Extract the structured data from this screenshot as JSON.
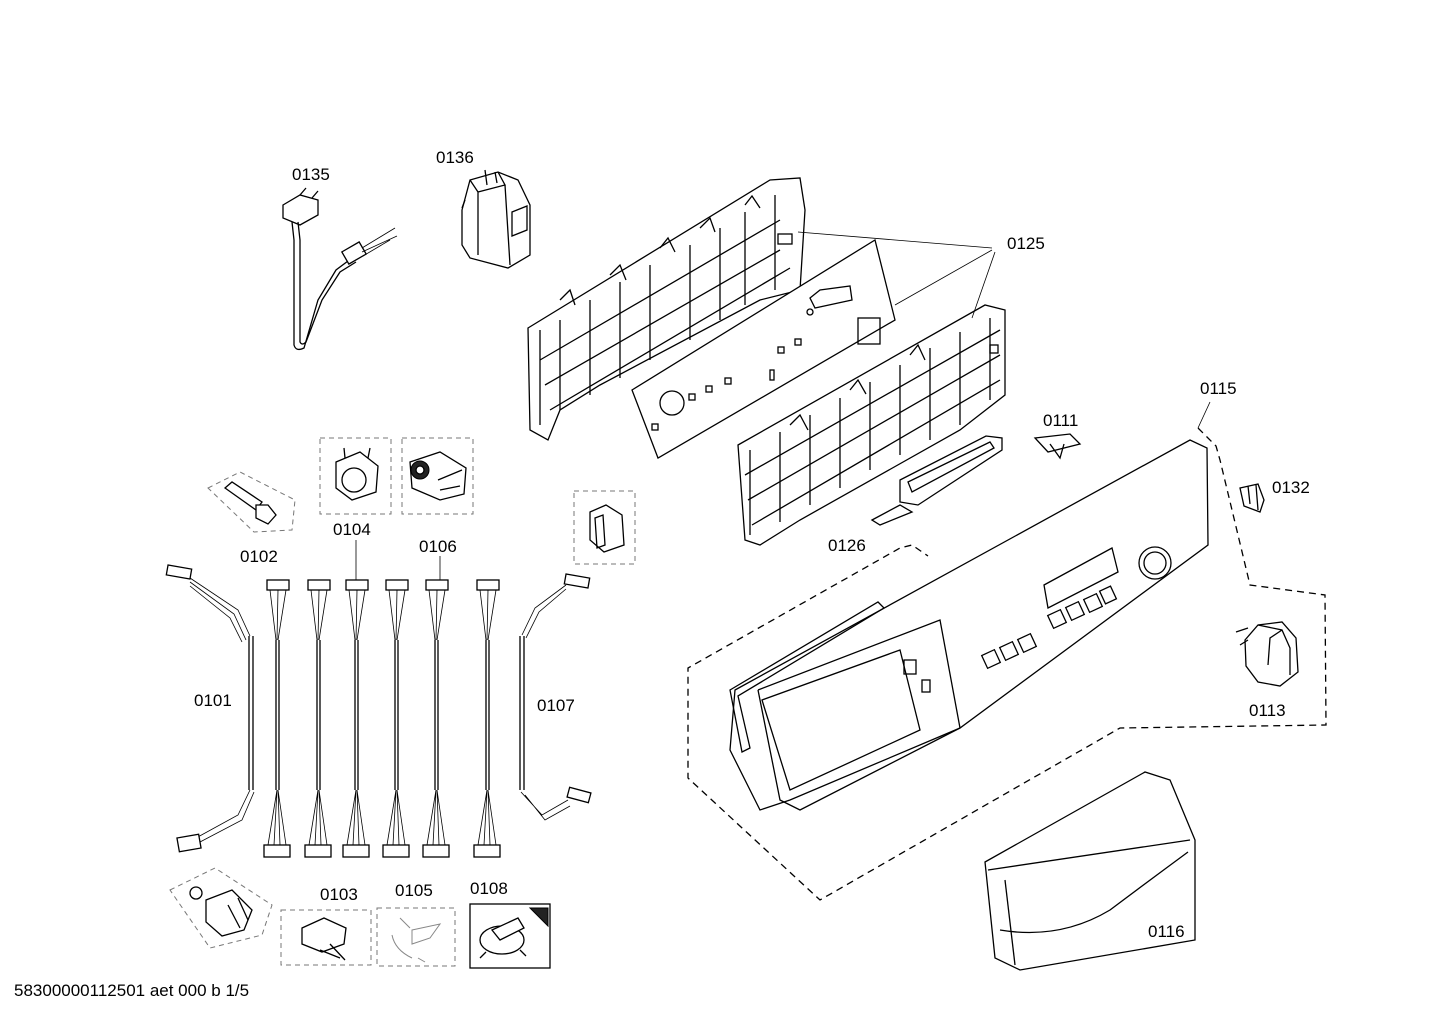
{
  "labels": {
    "l0135": "0135",
    "l0136": "0136",
    "l0125": "0125",
    "l0115": "0115",
    "l0111": "0111",
    "l0132": "0132",
    "l0126": "0126",
    "l0113": "0113",
    "l0116": "0116",
    "l0101": "0101",
    "l0102": "0102",
    "l0103": "0103",
    "l0104": "0104",
    "l0105": "0105",
    "l0106": "0106",
    "l0107": "0107",
    "l0108": "0108"
  },
  "footer": "58300000112501 aet 000 b 1/5"
}
